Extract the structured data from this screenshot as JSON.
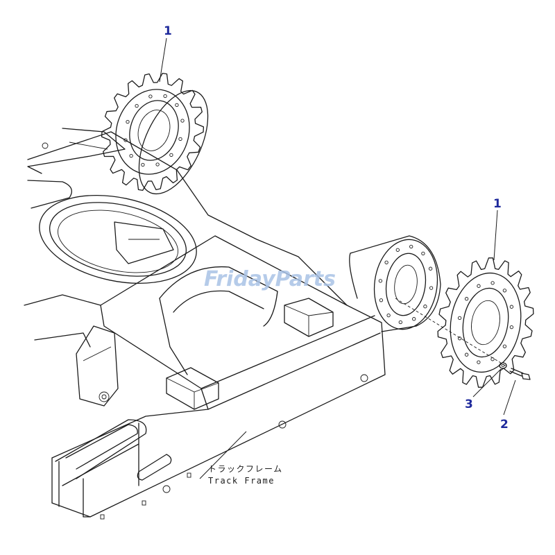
{
  "callouts": {
    "sprocket_upper": "1",
    "sprocket_right": "1",
    "washer": "3",
    "bolt": "2"
  },
  "labels": {
    "frame_japanese": "トラックフレーム",
    "frame_english": "Track Frame"
  },
  "watermark": "FridayParts",
  "colors": {
    "callout": "#1f2a9c",
    "line": "#1a1a1a",
    "watermark": "#a9c2e6"
  }
}
